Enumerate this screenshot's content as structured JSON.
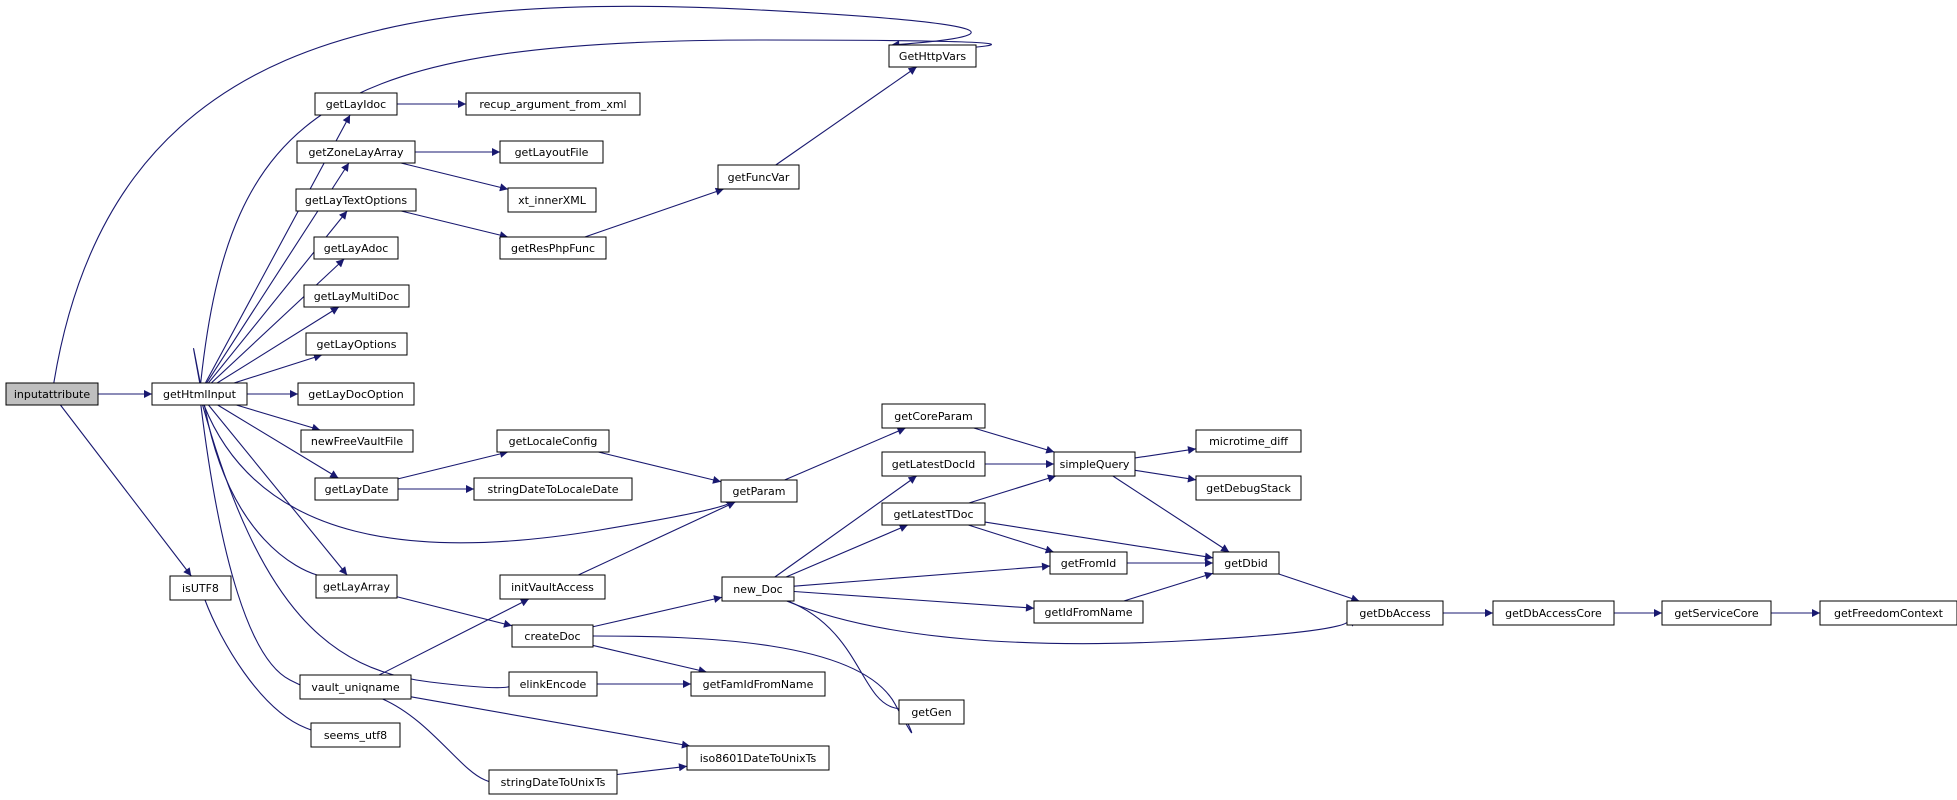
{
  "graph": {
    "edge_color": "#191970",
    "root_fill": "#bfbfbf",
    "node_fill": "#ffffff",
    "nodes": [
      {
        "id": "inputattribute",
        "label": "inputattribute",
        "root": true
      },
      {
        "id": "getHtmlInput",
        "label": "getHtmlInput"
      },
      {
        "id": "GetHttpVars",
        "label": "GetHttpVars"
      },
      {
        "id": "isUTF8",
        "label": "isUTF8"
      },
      {
        "id": "getLayIdoc",
        "label": "getLayIdoc"
      },
      {
        "id": "recup_argument_from_xml",
        "label": "recup_argument_from_xml"
      },
      {
        "id": "getZoneLayArray",
        "label": "getZoneLayArray"
      },
      {
        "id": "getLayoutFile",
        "label": "getLayoutFile"
      },
      {
        "id": "xt_innerXML",
        "label": "xt_innerXML"
      },
      {
        "id": "getLayTextOptions",
        "label": "getLayTextOptions"
      },
      {
        "id": "getResPhpFunc",
        "label": "getResPhpFunc"
      },
      {
        "id": "getFuncVar",
        "label": "getFuncVar"
      },
      {
        "id": "getLayAdoc",
        "label": "getLayAdoc"
      },
      {
        "id": "getLayMultiDoc",
        "label": "getLayMultiDoc"
      },
      {
        "id": "getLayOptions",
        "label": "getLayOptions"
      },
      {
        "id": "getLayDocOption",
        "label": "getLayDocOption"
      },
      {
        "id": "newFreeVaultFile",
        "label": "newFreeVaultFile"
      },
      {
        "id": "getLayDate",
        "label": "getLayDate"
      },
      {
        "id": "getLocaleConfig",
        "label": "getLocaleConfig"
      },
      {
        "id": "stringDateToLocaleDate",
        "label": "stringDateToLocaleDate"
      },
      {
        "id": "getParam",
        "label": "getParam"
      },
      {
        "id": "getCoreParam",
        "label": "getCoreParam"
      },
      {
        "id": "simpleQuery",
        "label": "simpleQuery"
      },
      {
        "id": "microtime_diff",
        "label": "microtime_diff"
      },
      {
        "id": "getDebugStack",
        "label": "getDebugStack"
      },
      {
        "id": "getDbid",
        "label": "getDbid"
      },
      {
        "id": "getDbAccess",
        "label": "getDbAccess"
      },
      {
        "id": "getDbAccessCore",
        "label": "getDbAccessCore"
      },
      {
        "id": "getServiceCore",
        "label": "getServiceCore"
      },
      {
        "id": "getFreedomContext",
        "label": "getFreedomContext"
      },
      {
        "id": "getLayArray",
        "label": "getLayArray"
      },
      {
        "id": "initVaultAccess",
        "label": "initVaultAccess"
      },
      {
        "id": "createDoc",
        "label": "createDoc"
      },
      {
        "id": "new_Doc",
        "label": "new_Doc"
      },
      {
        "id": "getLatestDocId",
        "label": "getLatestDocId"
      },
      {
        "id": "getLatestTDoc",
        "label": "getLatestTDoc"
      },
      {
        "id": "getFromId",
        "label": "getFromId"
      },
      {
        "id": "getIdFromName",
        "label": "getIdFromName"
      },
      {
        "id": "getGen",
        "label": "getGen"
      },
      {
        "id": "getFamIdFromName",
        "label": "getFamIdFromName"
      },
      {
        "id": "elinkEncode",
        "label": "elinkEncode"
      },
      {
        "id": "vault_uniqname",
        "label": "vault_uniqname"
      },
      {
        "id": "seems_utf8",
        "label": "seems_utf8"
      },
      {
        "id": "iso8601DateToUnixTs",
        "label": "iso8601DateToUnixTs"
      },
      {
        "id": "stringDateToUnixTs",
        "label": "stringDateToUnixTs"
      }
    ],
    "edges": [
      {
        "from": "inputattribute",
        "to": "GetHttpVars"
      },
      {
        "from": "inputattribute",
        "to": "getHtmlInput"
      },
      {
        "from": "inputattribute",
        "to": "isUTF8"
      },
      {
        "from": "getHtmlInput",
        "to": "GetHttpVars"
      },
      {
        "from": "getHtmlInput",
        "to": "getLayIdoc"
      },
      {
        "from": "getHtmlInput",
        "to": "getZoneLayArray"
      },
      {
        "from": "getHtmlInput",
        "to": "getLayTextOptions"
      },
      {
        "from": "getHtmlInput",
        "to": "getLayAdoc"
      },
      {
        "from": "getHtmlInput",
        "to": "getLayMultiDoc"
      },
      {
        "from": "getHtmlInput",
        "to": "getLayOptions"
      },
      {
        "from": "getHtmlInput",
        "to": "getLayDocOption"
      },
      {
        "from": "getHtmlInput",
        "to": "newFreeVaultFile"
      },
      {
        "from": "getHtmlInput",
        "to": "getLayDate"
      },
      {
        "from": "getHtmlInput",
        "to": "getParam"
      },
      {
        "from": "getHtmlInput",
        "to": "getLayArray"
      },
      {
        "from": "getHtmlInput",
        "to": "elinkEncode"
      },
      {
        "from": "getHtmlInput",
        "to": "vault_uniqname"
      },
      {
        "from": "getLayArray",
        "to": "getHtmlInput"
      },
      {
        "from": "getLayArray",
        "to": "createDoc"
      },
      {
        "from": "getLayIdoc",
        "to": "recup_argument_from_xml"
      },
      {
        "from": "getZoneLayArray",
        "to": "getLayoutFile"
      },
      {
        "from": "getZoneLayArray",
        "to": "xt_innerXML"
      },
      {
        "from": "getLayTextOptions",
        "to": "getResPhpFunc"
      },
      {
        "from": "getResPhpFunc",
        "to": "getFuncVar"
      },
      {
        "from": "getFuncVar",
        "to": "GetHttpVars"
      },
      {
        "from": "getLayDate",
        "to": "getLocaleConfig"
      },
      {
        "from": "getLayDate",
        "to": "stringDateToLocaleDate"
      },
      {
        "from": "getLocaleConfig",
        "to": "getParam"
      },
      {
        "from": "getParam",
        "to": "getCoreParam"
      },
      {
        "from": "getCoreParam",
        "to": "simpleQuery"
      },
      {
        "from": "simpleQuery",
        "to": "microtime_diff"
      },
      {
        "from": "simpleQuery",
        "to": "getDebugStack"
      },
      {
        "from": "simpleQuery",
        "to": "getDbid"
      },
      {
        "from": "getDbid",
        "to": "getDbAccess"
      },
      {
        "from": "getDbAccess",
        "to": "getDbAccessCore"
      },
      {
        "from": "getDbAccessCore",
        "to": "getServiceCore"
      },
      {
        "from": "getServiceCore",
        "to": "getFreedomContext"
      },
      {
        "from": "vault_uniqname",
        "to": "initVaultAccess"
      },
      {
        "from": "vault_uniqname",
        "to": "iso8601DateToUnixTs"
      },
      {
        "from": "vault_uniqname",
        "to": "stringDateToUnixTs"
      },
      {
        "from": "initVaultAccess",
        "to": "getParam"
      },
      {
        "from": "createDoc",
        "to": "new_Doc"
      },
      {
        "from": "createDoc",
        "to": "getFamIdFromName"
      },
      {
        "from": "createDoc",
        "to": "getGen"
      },
      {
        "from": "new_Doc",
        "to": "getLatestDocId"
      },
      {
        "from": "new_Doc",
        "to": "getLatestTDoc"
      },
      {
        "from": "new_Doc",
        "to": "getFromId"
      },
      {
        "from": "new_Doc",
        "to": "getIdFromName"
      },
      {
        "from": "new_Doc",
        "to": "getDbAccess"
      },
      {
        "from": "new_Doc",
        "to": "getGen"
      },
      {
        "from": "getLatestDocId",
        "to": "simpleQuery"
      },
      {
        "from": "getLatestTDoc",
        "to": "simpleQuery"
      },
      {
        "from": "getLatestTDoc",
        "to": "getFromId"
      },
      {
        "from": "getLatestTDoc",
        "to": "getDbid"
      },
      {
        "from": "getFromId",
        "to": "getDbid"
      },
      {
        "from": "getIdFromName",
        "to": "getDbid"
      },
      {
        "from": "elinkEncode",
        "to": "getFamIdFromName"
      },
      {
        "from": "isUTF8",
        "to": "seems_utf8"
      },
      {
        "from": "stringDateToUnixTs",
        "to": "iso8601DateToUnixTs"
      }
    ]
  }
}
